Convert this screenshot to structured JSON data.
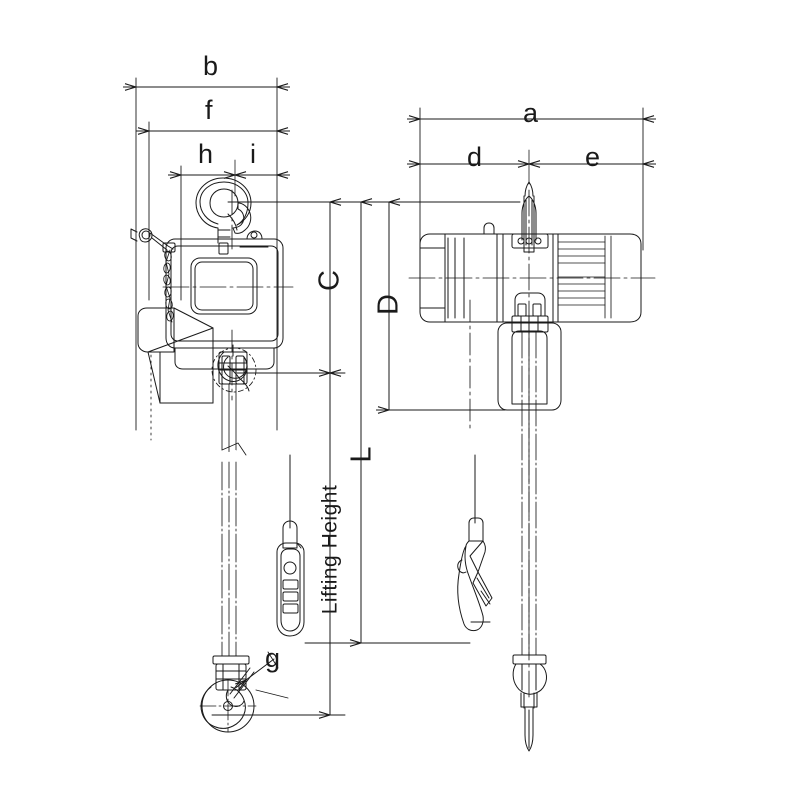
{
  "drawing": {
    "title": "Electric Chain Hoist Dimensional Drawing",
    "type": "technical-engineering-drawing",
    "views": [
      {
        "name": "front-view",
        "position": "left"
      },
      {
        "name": "side-view",
        "position": "right"
      }
    ],
    "line_color": "#1a1a1a",
    "background_color": "#ffffff"
  },
  "dimensions": {
    "b": {
      "label": "b",
      "orientation": "horizontal",
      "view": "front-view",
      "span": "overall width"
    },
    "f": {
      "label": "f",
      "orientation": "horizontal",
      "view": "front-view",
      "span": "body width"
    },
    "h": {
      "label": "h",
      "orientation": "horizontal",
      "view": "front-view",
      "span": "left of hook centerline"
    },
    "i": {
      "label": "i",
      "orientation": "horizontal",
      "view": "front-view",
      "span": "right of hook centerline"
    },
    "a": {
      "label": "a",
      "orientation": "horizontal",
      "view": "side-view",
      "span": "overall length"
    },
    "d": {
      "label": "d",
      "orientation": "horizontal",
      "view": "side-view",
      "span": "left of centerline"
    },
    "e": {
      "label": "e",
      "orientation": "horizontal",
      "view": "side-view",
      "span": "right of centerline"
    },
    "C": {
      "label": "C",
      "orientation": "vertical",
      "span": "top hook to bottom hook closed height"
    },
    "D": {
      "label": "D",
      "orientation": "vertical",
      "span": "body height"
    },
    "L": {
      "label": "L",
      "orientation": "vertical",
      "span": "overall drop length"
    },
    "g": {
      "label": "g",
      "orientation": "diagonal",
      "span": "bottom hook opening"
    },
    "lifting_height": {
      "label": "Lifting Height",
      "orientation": "vertical",
      "span": "travel distance"
    }
  },
  "labels": [
    {
      "text": "b",
      "name": "dim-label-b"
    },
    {
      "text": "f",
      "name": "dim-label-f"
    },
    {
      "text": "h",
      "name": "dim-label-h"
    },
    {
      "text": "i",
      "name": "dim-label-i"
    },
    {
      "text": "a",
      "name": "dim-label-a"
    },
    {
      "text": "d",
      "name": "dim-label-d"
    },
    {
      "text": "e",
      "name": "dim-label-e"
    },
    {
      "text": "C",
      "name": "dim-label-c"
    },
    {
      "text": "D",
      "name": "dim-label-d-vertical"
    },
    {
      "text": "L",
      "name": "dim-label-l"
    },
    {
      "text": "g",
      "name": "dim-label-g"
    },
    {
      "text": "Lifting Height",
      "name": "dim-label-lifting-height"
    }
  ],
  "components": {
    "top_hook": "top-suspension-hook",
    "hoist_body": "hoist-main-body",
    "motor": "electric-motor-housing",
    "gearbox": "gearbox-housing",
    "load_chain": "load-chain",
    "bottom_hook": "bottom-load-hook",
    "pendant_control": "pendant-push-button-control",
    "chain_container": "chain-bag-container",
    "limit_switch": "chain-guide-limit"
  }
}
